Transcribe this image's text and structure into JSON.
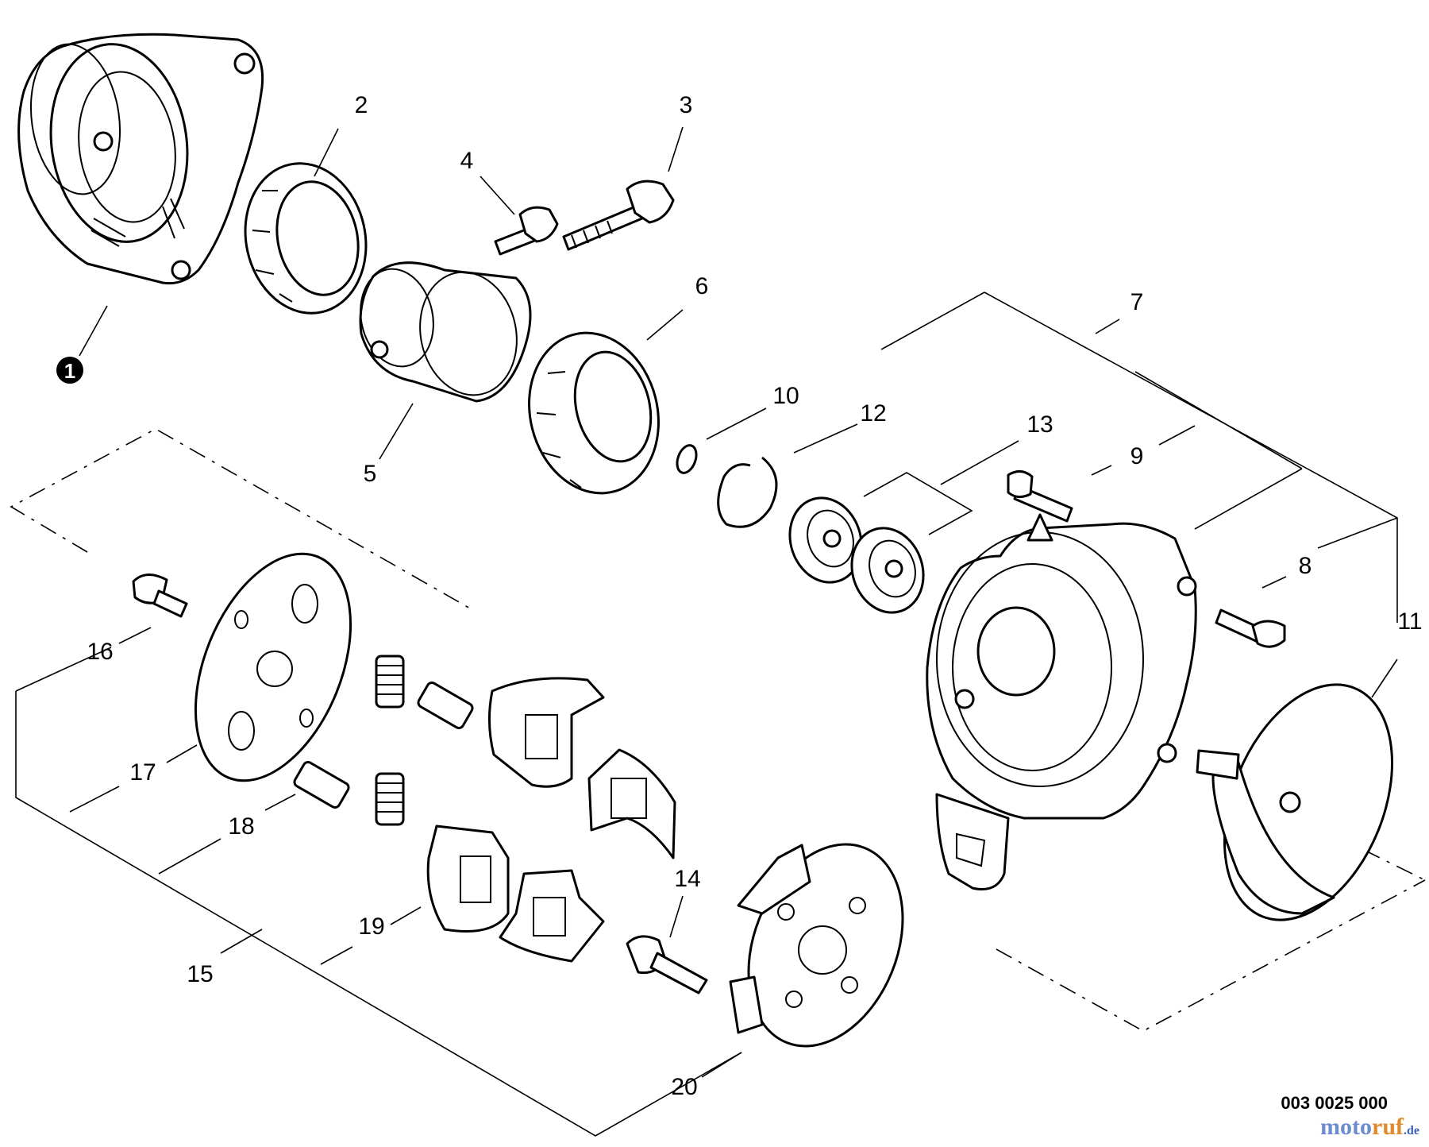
{
  "diagram": {
    "callouts": {
      "c1": "1",
      "c2": "2",
      "c3": "3",
      "c4": "4",
      "c5": "5",
      "c6": "6",
      "c7": "7",
      "c8": "8",
      "c9": "9",
      "c10": "10",
      "c11": "11",
      "c12": "12",
      "c13": "13",
      "c14": "14",
      "c15": "15",
      "c16": "16",
      "c17": "17",
      "c18": "18",
      "c19": "19",
      "c20": "20"
    },
    "drawing_number": "003 0025 000",
    "watermark": {
      "part1": "moto",
      "part2": "ruf",
      "part3": ".de"
    }
  }
}
